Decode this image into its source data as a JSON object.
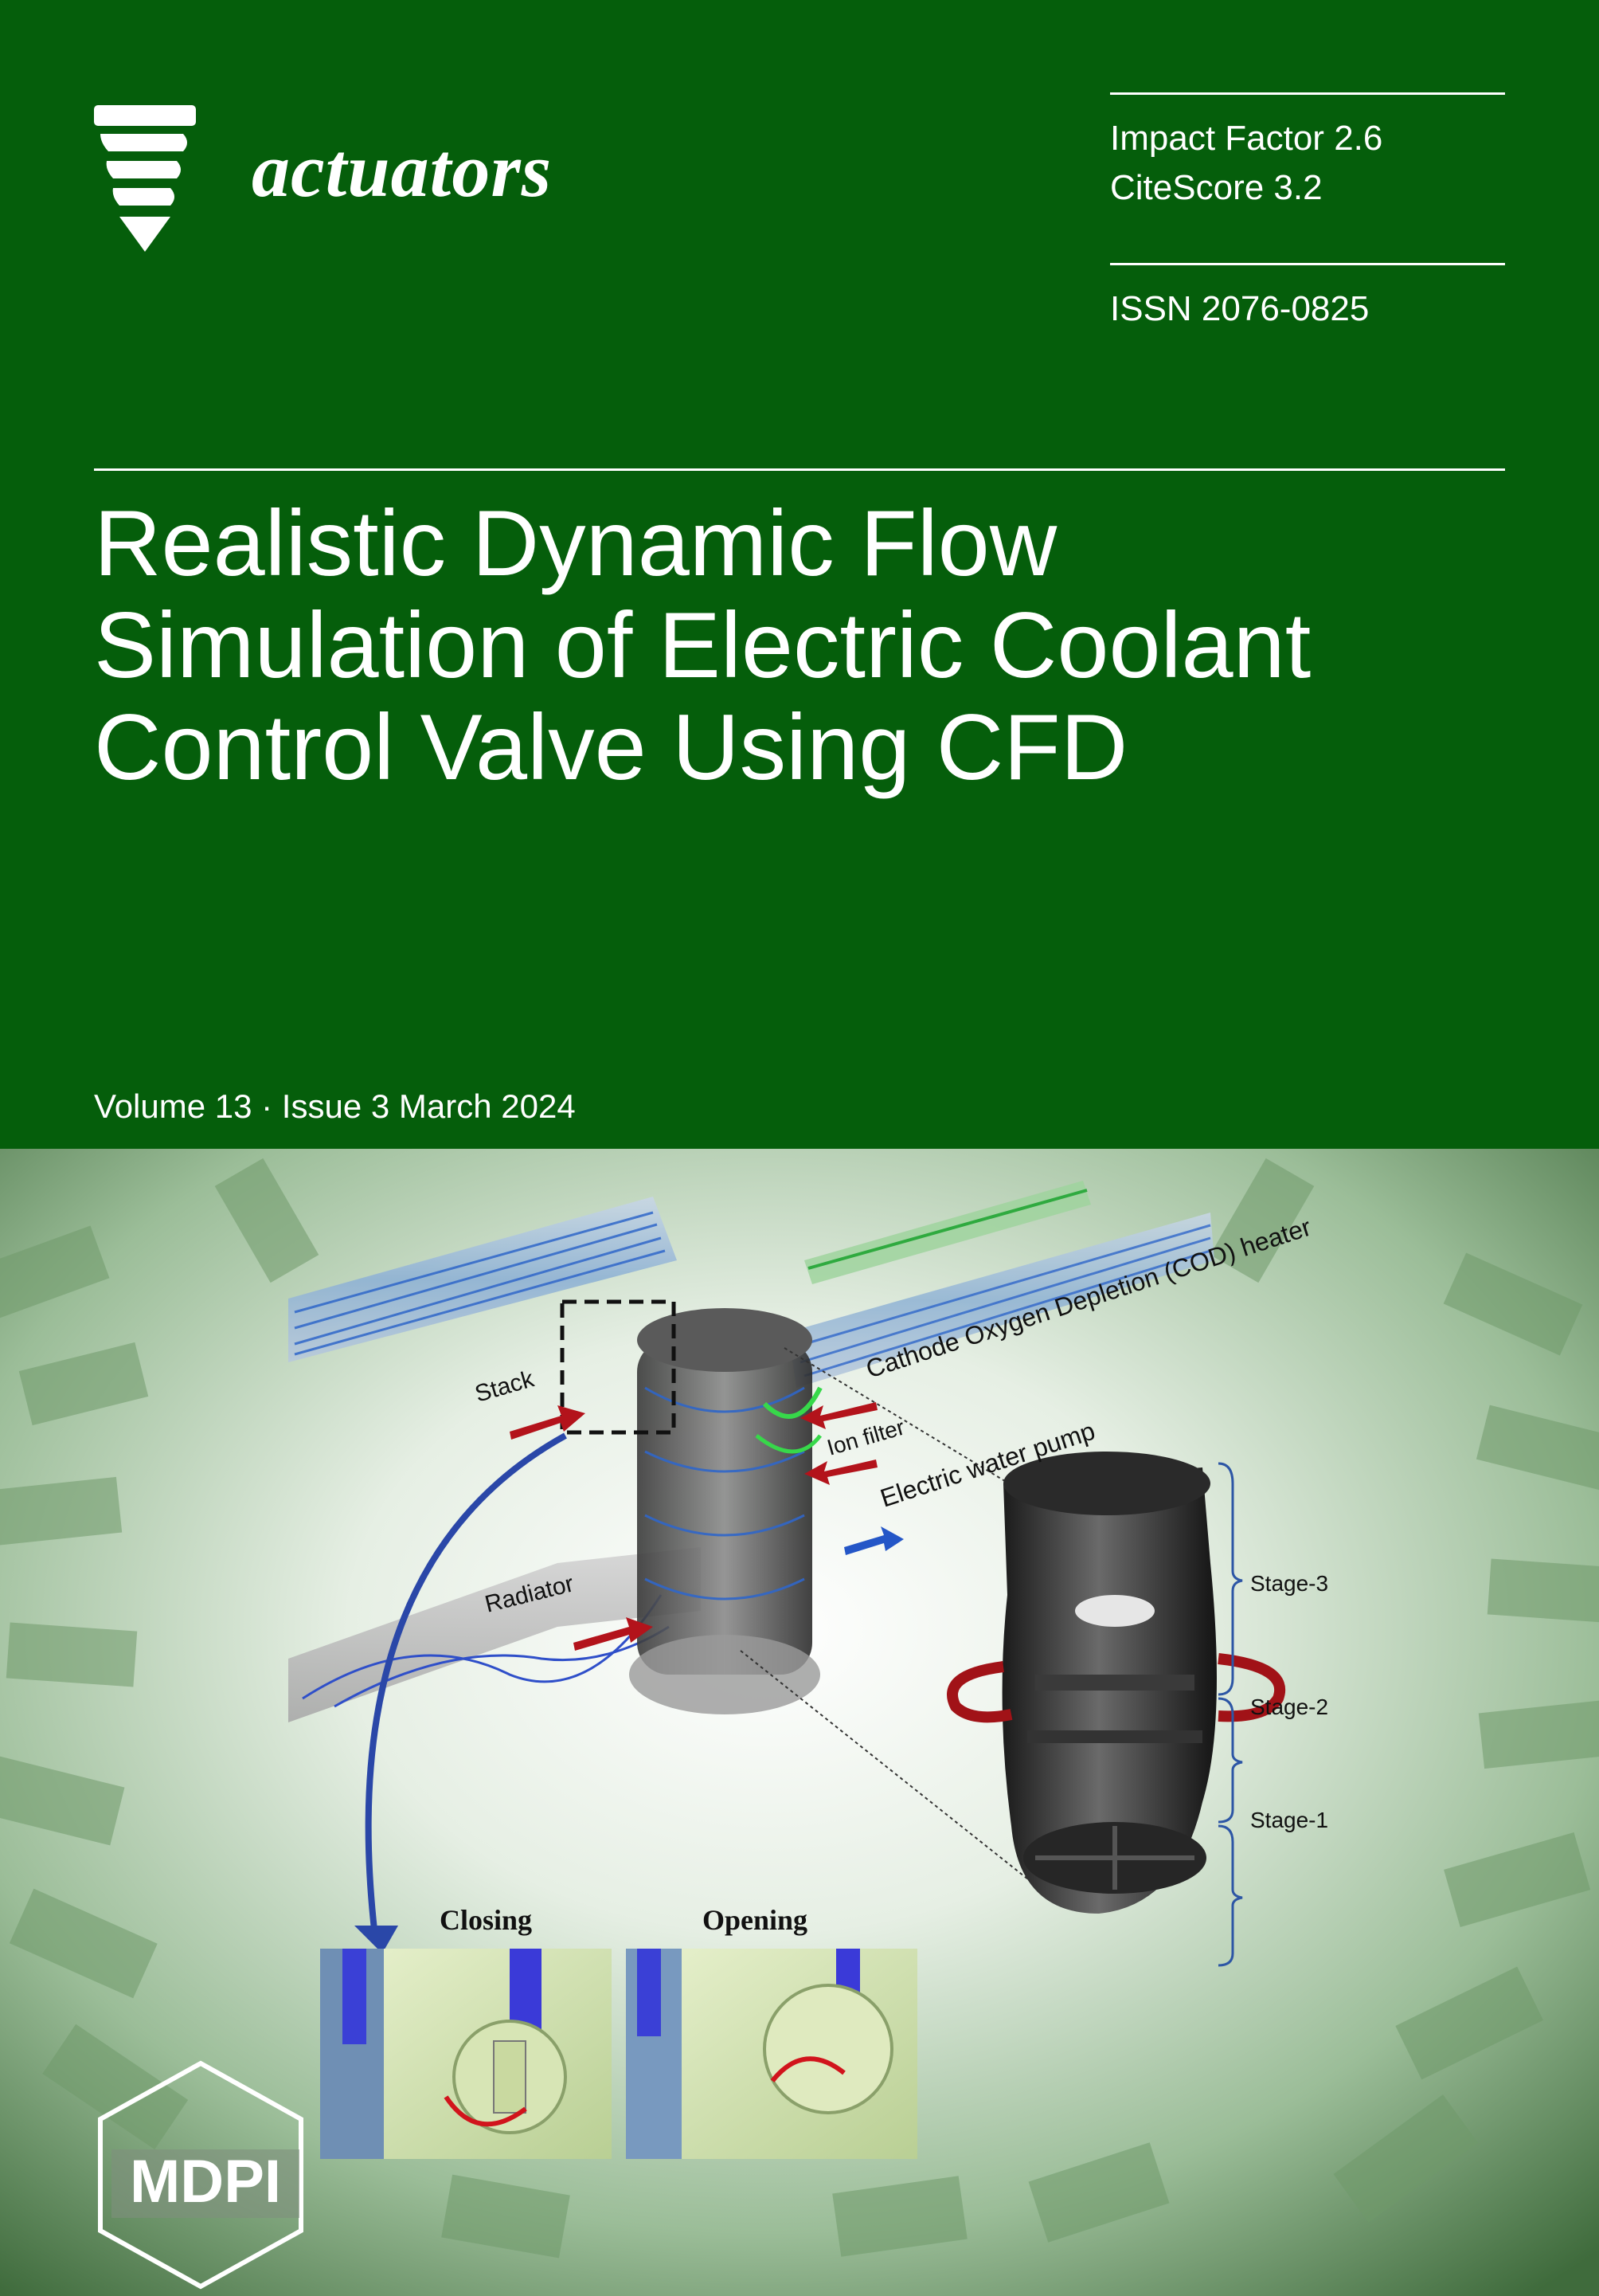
{
  "journal": {
    "name": "actuators"
  },
  "metrics": {
    "impact_factor": "Impact Factor 2.6",
    "citescore": "CiteScore 3.2",
    "issn": "ISSN 2076-0825"
  },
  "title": {
    "line1": "Realistic Dynamic Flow",
    "line2": "Simulation of Electric Coolant",
    "line3": "Control Valve Using CFD"
  },
  "issue": {
    "text": "Volume 13 · Issue 3 March 2024"
  },
  "figure": {
    "labels": {
      "stack": "Stack",
      "radiator": "Radiator",
      "cod_heater": "Cathode Oxygen Depletion (COD) heater",
      "ion_filter": "Ion filter",
      "water_pump": "Electric water pump",
      "stage3": "Stage-3",
      "stage2": "Stage-2",
      "stage1": "Stage-1",
      "closing": "Closing",
      "opening": "Opening"
    }
  },
  "publisher": {
    "name": "MDPI"
  },
  "colors": {
    "green": "#055E0B",
    "white": "#FFFFFF"
  }
}
